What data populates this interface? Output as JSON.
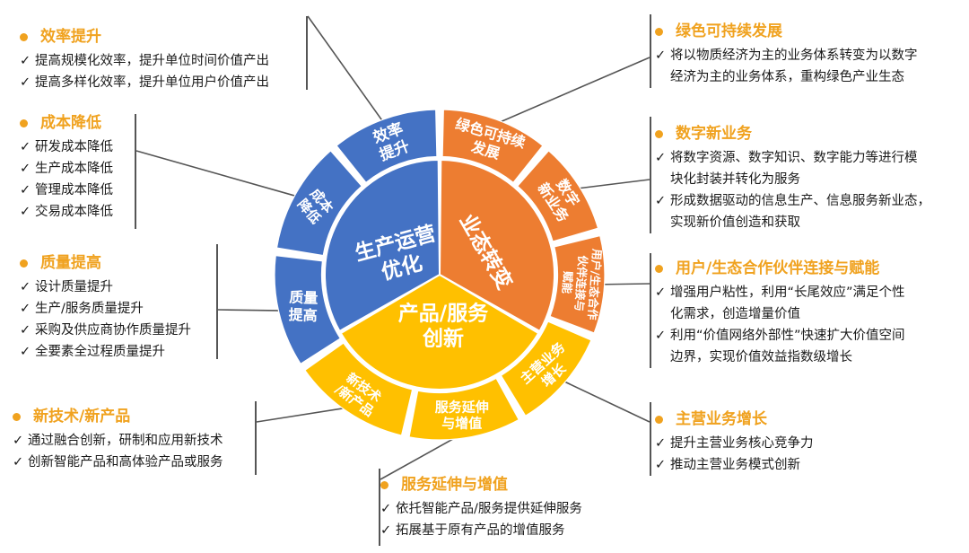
{
  "colors": {
    "blue": "#4472C4",
    "orange": "#ED7D31",
    "yellow": "#FFC000",
    "accent": "#F0A21F",
    "text": "#1a1a1a"
  },
  "wheel": {
    "core": [
      {
        "key": "ops",
        "label": "生产运营\n优化",
        "color": "#4472C4"
      },
      {
        "key": "biz",
        "label": "业态转变",
        "color": "#ED7D31"
      },
      {
        "key": "prod",
        "label": "产品/服务\n创新",
        "color": "#FFC000"
      }
    ],
    "outer": [
      {
        "key": "efficiency",
        "label": "效率\n提升",
        "color": "#4472C4"
      },
      {
        "key": "green",
        "label": "绿色可持续\n发展",
        "color": "#ED7D31"
      },
      {
        "key": "digital",
        "label": "数字\n新业务",
        "color": "#ED7D31"
      },
      {
        "key": "partner",
        "label": "用户/生态合作\n伙伴连接与\n赋能",
        "color": "#ED7D31"
      },
      {
        "key": "main",
        "label": "主营业务\n增长",
        "color": "#FFC000"
      },
      {
        "key": "service",
        "label": "服务延伸\n与增值",
        "color": "#FFC000"
      },
      {
        "key": "newtech",
        "label": "新技术\n/新产品",
        "color": "#FFC000"
      },
      {
        "key": "quality",
        "label": "质量\n提高",
        "color": "#4472C4"
      },
      {
        "key": "cost",
        "label": "成本\n降低",
        "color": "#4472C4"
      }
    ]
  },
  "blocks": {
    "efficiency": {
      "title": "效率提升",
      "items": [
        "提高规模化效率，提升单位时间价值产出",
        "提高多样化效率，提升单位用户价值产出"
      ]
    },
    "cost": {
      "title": "成本降低",
      "items": [
        "研发成本降低",
        "生产成本降低",
        "管理成本降低",
        "交易成本降低"
      ]
    },
    "quality": {
      "title": "质量提高",
      "items": [
        "设计质量提升",
        "生产/服务质量提升",
        "采购及供应商协作质量提升",
        "全要素全过程质量提升"
      ]
    },
    "newtech": {
      "title": "新技术/新产品",
      "items": [
        "通过融合创新，研制和应用新技术",
        "创新智能产品和高体验产品或服务"
      ]
    },
    "service": {
      "title": "服务延伸与增值",
      "items": [
        "依托智能产品/服务提供延伸服务",
        "拓展基于原有产品的增值服务"
      ]
    },
    "green": {
      "title": "绿色可持续发展",
      "items": [
        "将以物质经济为主的业务体系转变为以数字\n经济为主的业务体系，重构绿色产业生态"
      ]
    },
    "digital": {
      "title": "数字新业务",
      "items": [
        "将数字资源、数字知识、数字能力等进行模\n块化封装并转化为服务",
        "形成数据驱动的信息生产、信息服务新业态，\n实现新价值创造和获取"
      ]
    },
    "partner": {
      "title": "用户/生态合作伙伴连接与赋能",
      "items": [
        "增强用户粘性，利用“长尾效应”满足个性\n化需求，创造增量价值",
        "利用“价值网络外部性”快速扩大价值空间\n边界，实现价值效益指数级增长"
      ]
    },
    "main": {
      "title": "主营业务增长",
      "items": [
        "提升主营业务核心竞争力",
        "推动主营业务模式创新"
      ]
    }
  },
  "check_mark": "✓"
}
